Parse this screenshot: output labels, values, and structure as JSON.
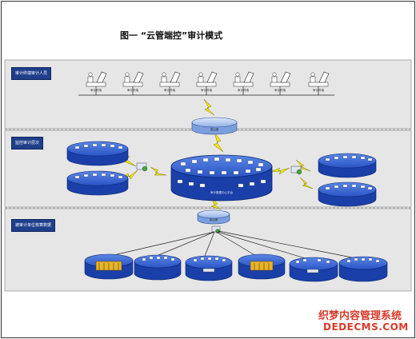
{
  "title": "图一  “云管端控”审计模式",
  "tiers": [
    {
      "label": "审计终端审计人员"
    },
    {
      "label": "监控审计层次"
    },
    {
      "label": "被审计单位核算数据"
    }
  ],
  "terminals": [
    "审计终端",
    "审计终端",
    "审计终端",
    "审计终端",
    "审计终端",
    "审计终端",
    "审计终端"
  ],
  "nodes": {
    "top_router": "路由器",
    "central_db": "审计数据中心平台",
    "lower_router": "路由器"
  },
  "watermark": {
    "line1": "织梦内容管理系统",
    "line2": "DEDECMS.COM"
  },
  "colors": {
    "disk_blue": "#1a3fa8",
    "band_bg": "#e6e6e6",
    "lightning": "#f2e600",
    "watermark": "#d73a2a"
  }
}
